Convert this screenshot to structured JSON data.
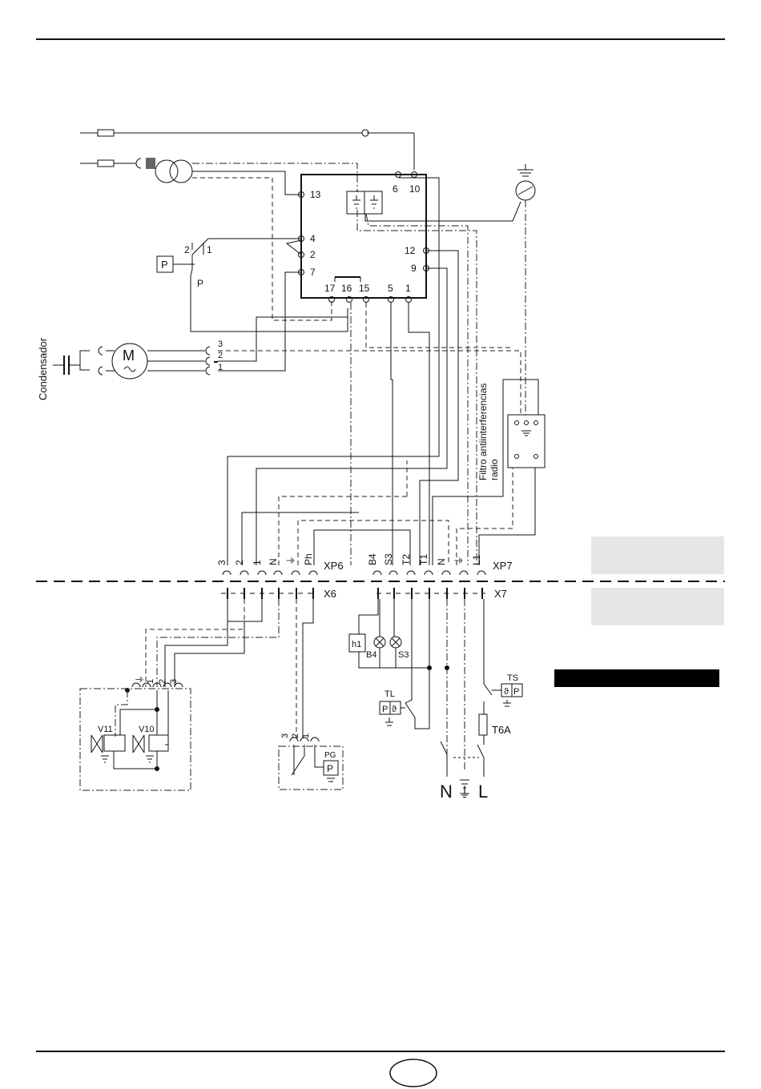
{
  "terminals_board": {
    "t6": "6",
    "t10": "10",
    "t13": "13",
    "t4": "4",
    "t2": "2",
    "t7": "7",
    "t12": "12",
    "t9": "9",
    "t17": "17",
    "t16": "16",
    "t15": "15",
    "t5": "5",
    "t1": "1"
  },
  "switch_p": {
    "box": "P",
    "c2": "2",
    "c1": "1",
    "name": "P"
  },
  "motor": {
    "side_label": "Condensador",
    "m": "M",
    "t3": "3",
    "t2": "2",
    "t1": "1"
  },
  "filter": {
    "label_line1": "Filtro antiinterferencias",
    "label_line2": "radio"
  },
  "xp6": {
    "name": "XP6",
    "pins": [
      "3",
      "2",
      "1",
      "N",
      "⏚",
      "Ph"
    ]
  },
  "xp7": {
    "name": "XP7",
    "pins": [
      "B4",
      "S3",
      "T2",
      "T1",
      "N",
      "⏚",
      "L1"
    ]
  },
  "x6": {
    "name": "X6"
  },
  "x7": {
    "name": "X7"
  },
  "valves": {
    "pins": [
      "⏚",
      "1",
      "2",
      "3"
    ],
    "v11": "V11",
    "v10": "V10"
  },
  "pg": {
    "pins": [
      "3",
      "2",
      "1"
    ],
    "name": "PG",
    "box": "P"
  },
  "lamps": {
    "h1": "h1",
    "b4": "B4",
    "s3": "S3"
  },
  "tl": {
    "name": "TL",
    "box1": "P",
    "box2": "ϑ"
  },
  "ts": {
    "name": "TS",
    "box1": "ϑ",
    "box2": "P"
  },
  "fuse": {
    "name": "T6A"
  },
  "supply": {
    "n": "N",
    "gnd": "⏚",
    "l": "L"
  }
}
